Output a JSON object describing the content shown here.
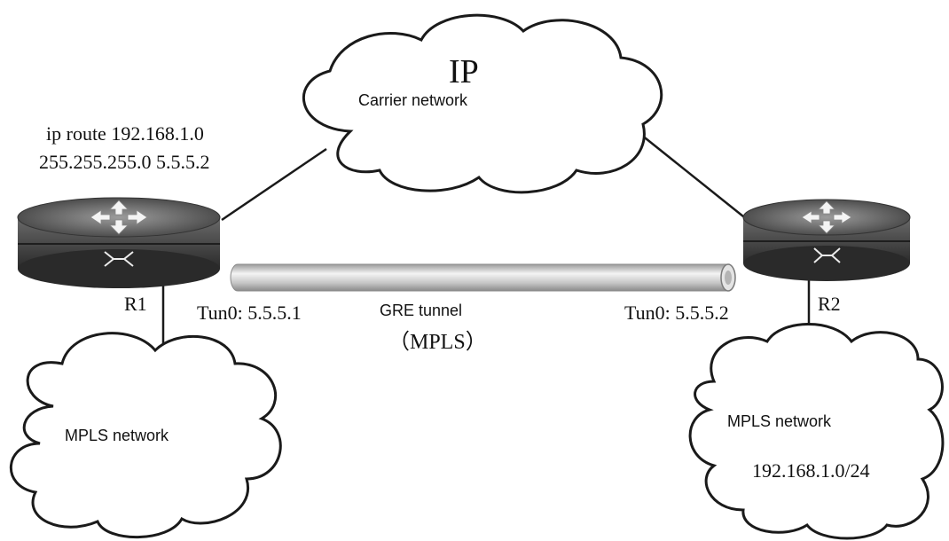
{
  "cloud_ip": {
    "title": "IP",
    "subtitle": "Carrier network"
  },
  "route_config": {
    "line1": "ip route 192.168.1.0",
    "line2": "255.255.255.0 5.5.5.2"
  },
  "routers": {
    "r1": {
      "label": "R1",
      "tunnel": "Tun0: 5.5.5.1"
    },
    "r2": {
      "label": "R2",
      "tunnel": "Tun0: 5.5.5.2"
    }
  },
  "tunnel": {
    "label": "GRE tunnel",
    "protocol": "（MPLS）"
  },
  "left_network": {
    "label": "MPLS network"
  },
  "right_network": {
    "label": "MPLS network",
    "subnet": "192.168.1.0/24"
  },
  "colors": {
    "cloud_stroke": "#1a1a1a",
    "router_body": "#555555",
    "tunnel": "#c8c8c8"
  }
}
